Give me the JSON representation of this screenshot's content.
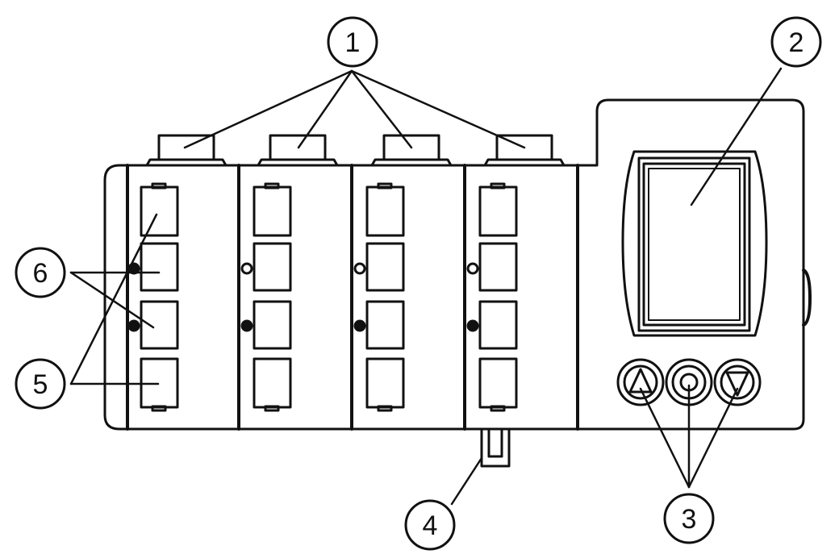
{
  "callouts": {
    "c1": "1",
    "c2": "2",
    "c3": "3",
    "c4": "4",
    "c5": "5",
    "c6": "6"
  },
  "colors": {
    "stroke": "#111111",
    "fill": "#ffffff",
    "text": "#111111"
  }
}
